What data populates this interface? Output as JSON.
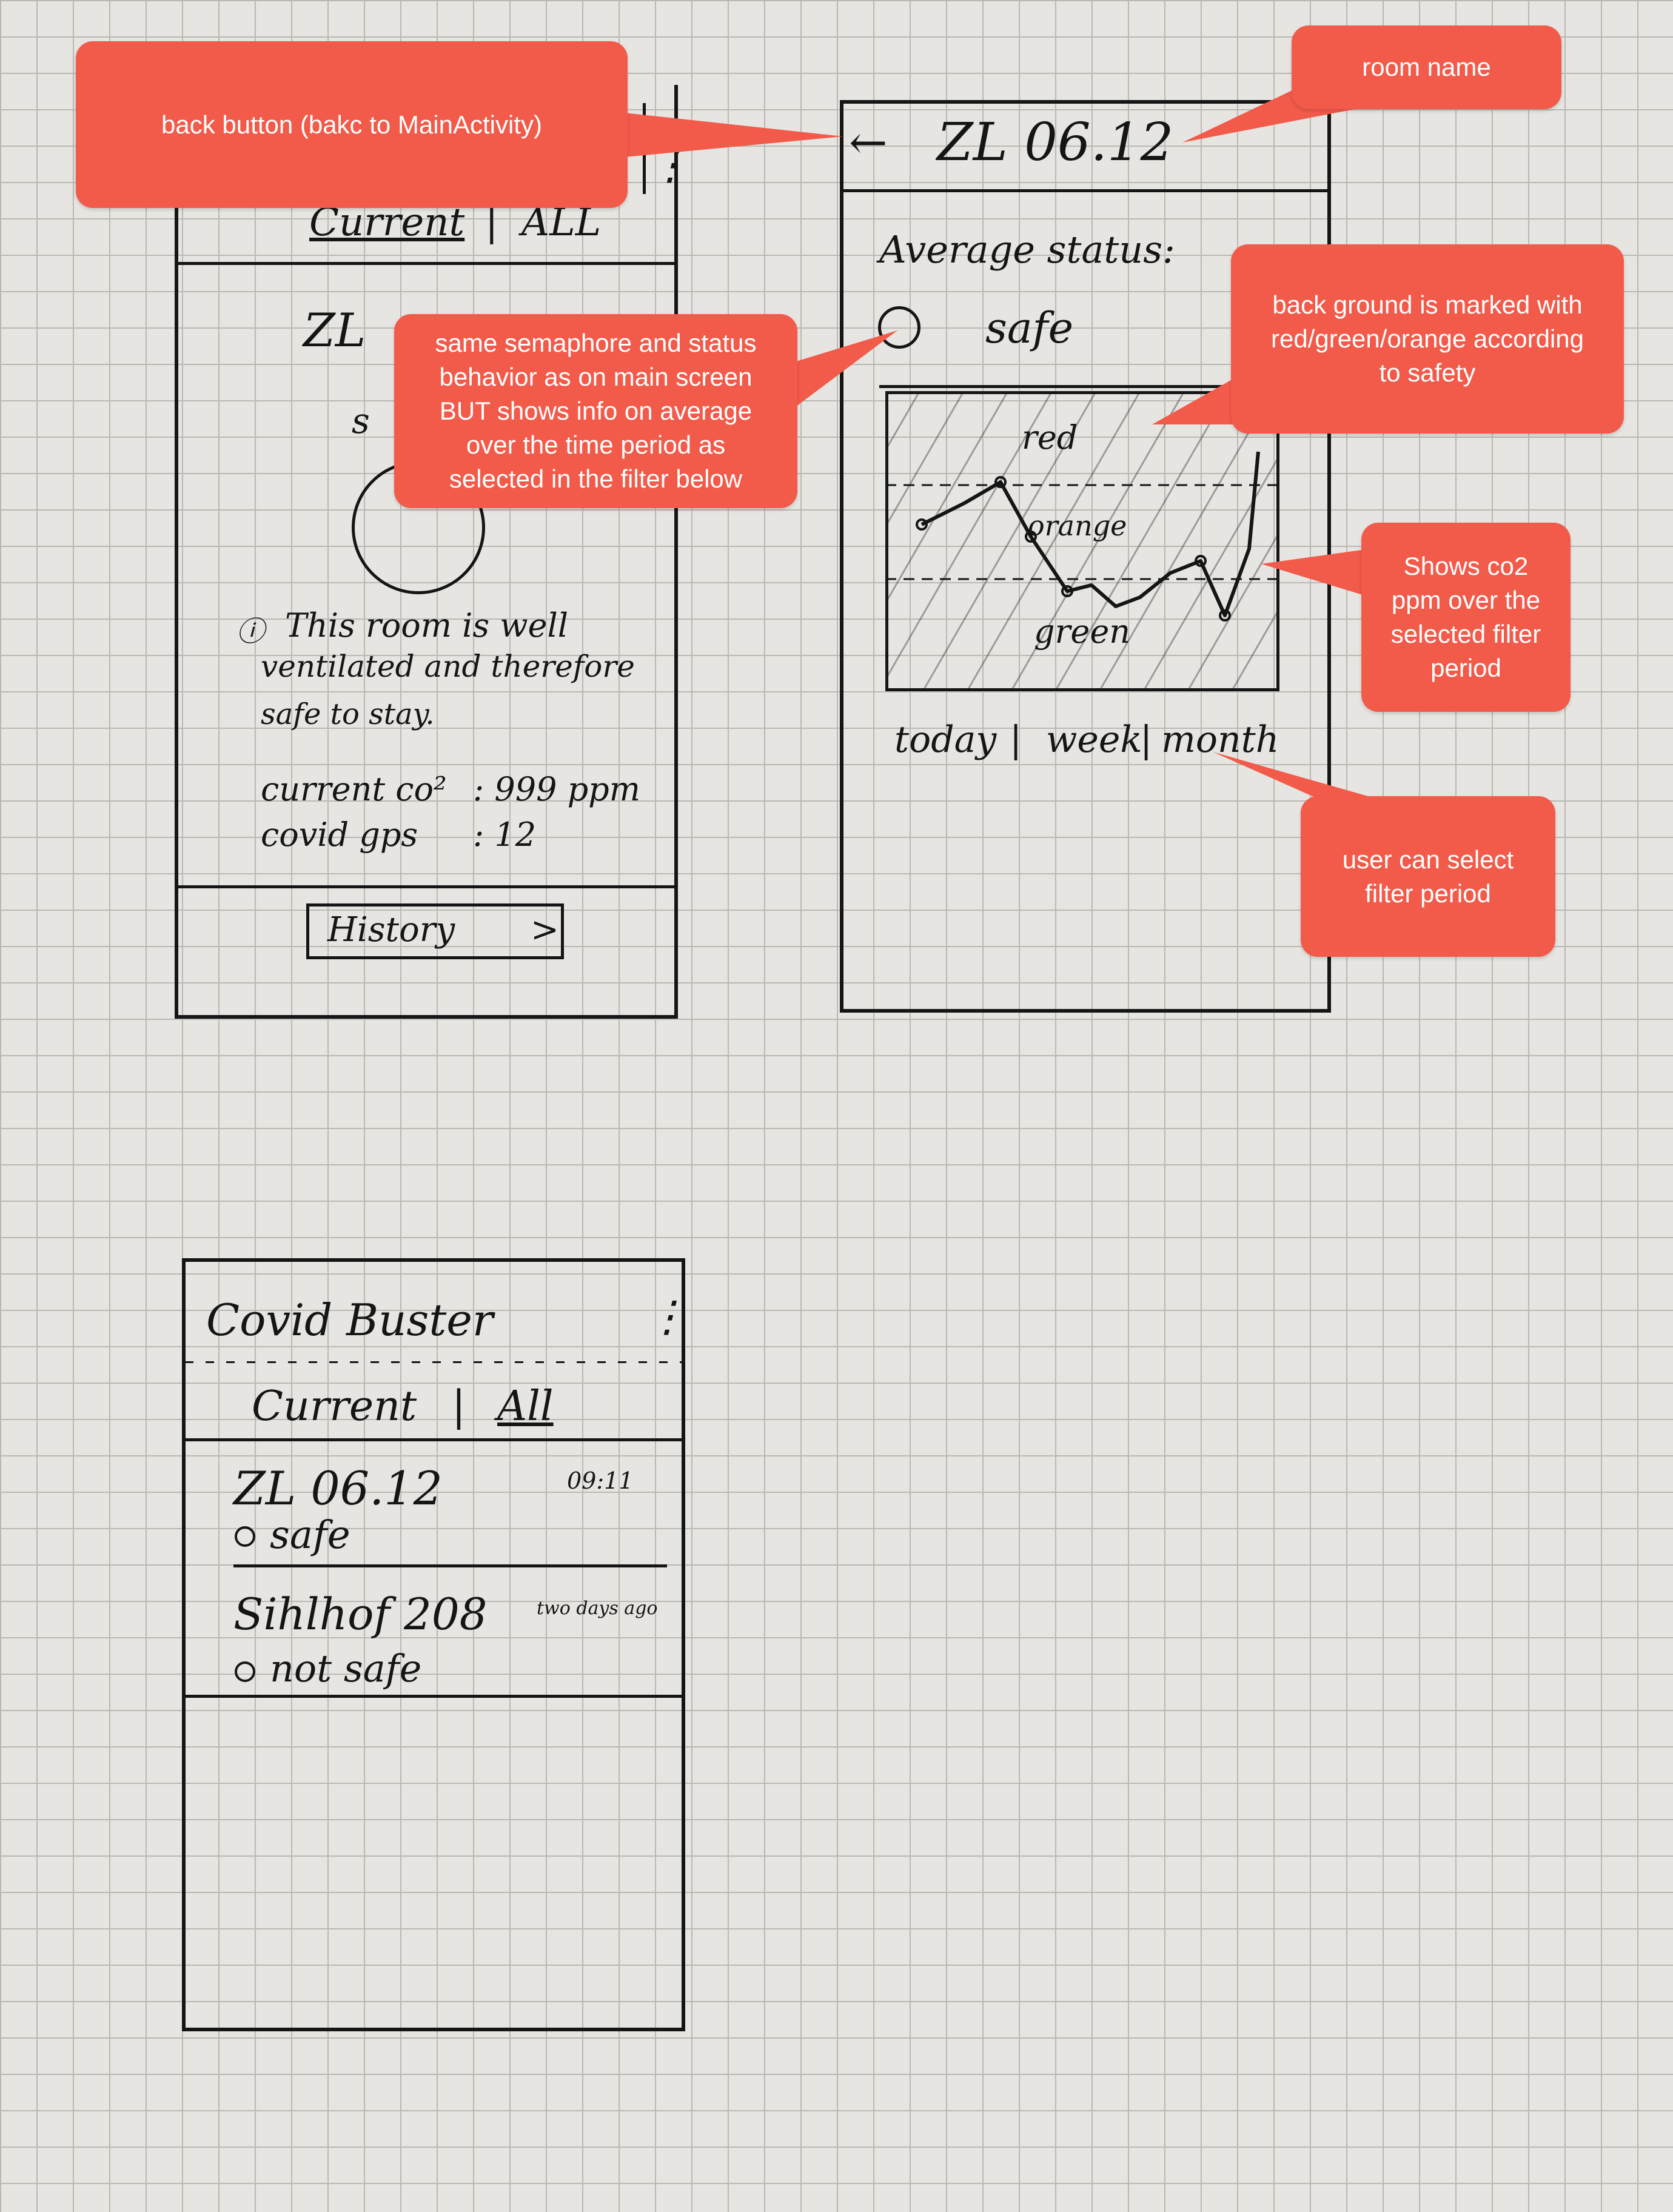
{
  "detail_left": {
    "tabs": {
      "current": "Current",
      "divider": "|",
      "all": "ALL"
    },
    "room_fragment": "ZL",
    "status_fragment": "s",
    "info_text_1": "This room is well",
    "info_text_2": "ventilated and therefore",
    "info_text_3": "safe to stay.",
    "co2_label": "current co²",
    "co2_value": ": 999 ppm",
    "gps_label": "covid gps",
    "gps_value": ": 12",
    "history_button": "History",
    "history_chevron": ">"
  },
  "detail_right": {
    "back_arrow": "←",
    "room_name": "ZL 06.12",
    "average_label": "Average status:",
    "status_text": "safe",
    "zone_labels": {
      "red": "red",
      "orange": "orange",
      "green": "green"
    },
    "filters": {
      "today": "today",
      "week": "week",
      "month": "month",
      "divider": "|"
    }
  },
  "main_list": {
    "app_title": "Covid Buster",
    "menu_icon": "⋮",
    "tabs": {
      "current": "Current",
      "divider": "|",
      "all": "All"
    },
    "rows": [
      {
        "room": "ZL 06.12",
        "status": "safe",
        "time": "09:11"
      },
      {
        "room": "Sihlhof 208",
        "status": "not safe",
        "time": "two days ago"
      }
    ]
  },
  "notes": {
    "back_button": "back button (bakc to MainActivity)",
    "room_name": "room name",
    "semaphore": [
      "same semaphore and status",
      "behavior as on main screen",
      "BUT shows info on average",
      "over the time period as",
      "selected in the filter below"
    ],
    "background": [
      "back ground is marked with",
      "red/green/orange according",
      "to safety"
    ],
    "co2": [
      "Shows co2",
      "ppm over the",
      "selected filter",
      "period"
    ],
    "filter": [
      "user can select",
      "filter period"
    ]
  },
  "colors": {
    "note_bg": "#f25a4a",
    "note_text": "#ffffff",
    "ink": "#151515",
    "paper": "#e6e5e1",
    "grid": "#b9b8b3"
  }
}
